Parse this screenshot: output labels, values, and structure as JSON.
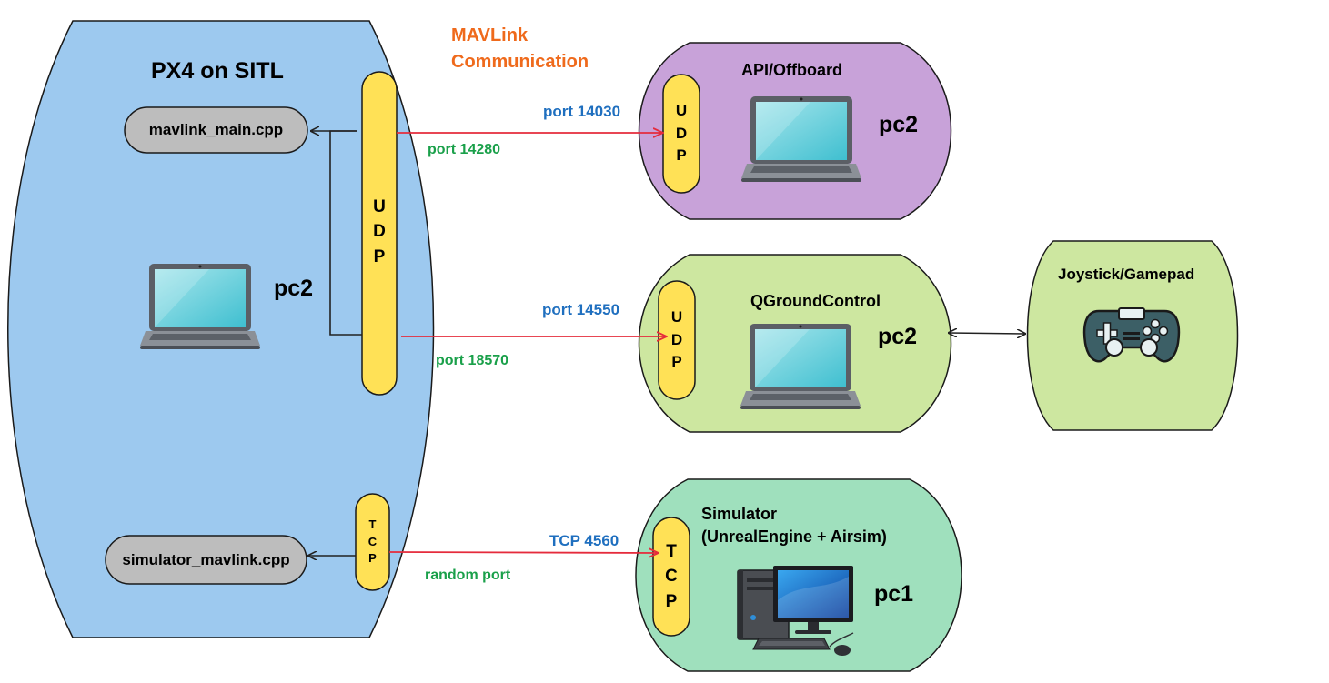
{
  "title": "MAVLink Communication",
  "colors": {
    "px4_bg": "#9dc9ef",
    "api_bg": "#c8a2d9",
    "qgc_bg": "#cde7a0",
    "sim_bg": "#9fe0bd",
    "joystick_bg": "#cde7a0",
    "udp_pill": "#ffe156",
    "module_pill": "#bdbdbd",
    "red_link": "#e52b3c",
    "blue_port": "#1f6fbf",
    "green_port": "#1aa04a",
    "orange_title": "#ef6a1c"
  },
  "px4": {
    "title": "PX4 on SITL",
    "host": "pc2",
    "icon": "laptop-icon",
    "modules": {
      "mavlink": "mavlink_main.cpp",
      "simulator": "simulator_mavlink.cpp"
    },
    "udp": [
      "U",
      "D",
      "P"
    ],
    "tcp": [
      "T",
      "C",
      "P"
    ]
  },
  "api": {
    "title": "API/Offboard",
    "host": "pc2",
    "udp": [
      "U",
      "D",
      "P"
    ],
    "icon": "laptop-icon"
  },
  "qgc": {
    "title": "QGroundControl",
    "host": "pc2",
    "udp": [
      "U",
      "D",
      "P"
    ],
    "icon": "laptop-icon"
  },
  "joystick": {
    "title": "Joystick/Gamepad",
    "icon": "gamepad-icon"
  },
  "sim": {
    "title_line1": "Simulator",
    "title_line2": "(UnrealEngine + Airsim)",
    "host": "pc1",
    "tcp": [
      "T",
      "C",
      "P"
    ],
    "icon": "desktop-computer-icon"
  },
  "links": {
    "api_remote_port": "port 14030",
    "api_local_port": "port 14280",
    "qgc_remote_port": "port 14550",
    "qgc_local_port": "port 18570",
    "sim_remote_port": "TCP 4560",
    "sim_local_port": "random port"
  }
}
